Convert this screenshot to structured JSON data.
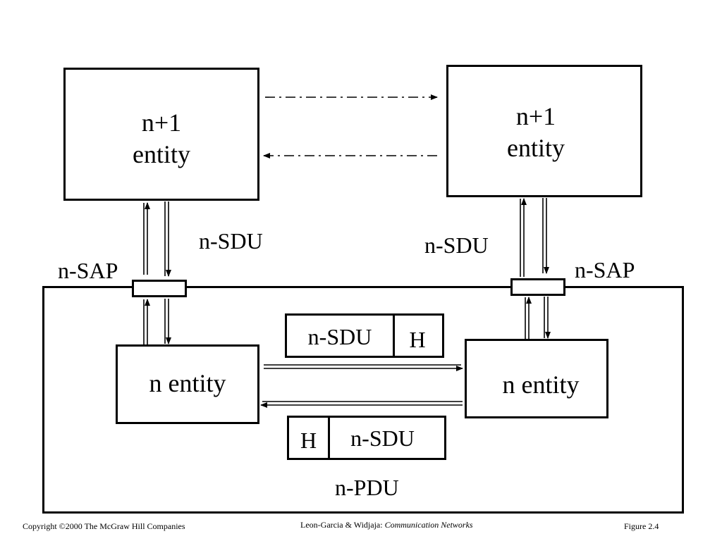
{
  "upper": {
    "left_entity": [
      "n+1",
      "entity"
    ],
    "right_entity": [
      "n+1",
      "entity"
    ]
  },
  "labels": {
    "sdu_left": "n-SDU",
    "sdu_right": "n-SDU",
    "sap_left": "n-SAP",
    "sap_right": "n-SAP",
    "pdu": "n-PDU"
  },
  "lower": {
    "left_entity": "n entity",
    "right_entity": "n entity"
  },
  "pdu_top": {
    "sdu": "n-SDU",
    "header": "H"
  },
  "pdu_bottom": {
    "header": "H",
    "sdu": "n-SDU"
  },
  "footer": {
    "copyright": "Copyright ©2000 The McGraw Hill Companies",
    "authors": "Leon-Garcia & Widjaja:",
    "book": "Communication Networks",
    "figure": "Figure 2.4"
  }
}
